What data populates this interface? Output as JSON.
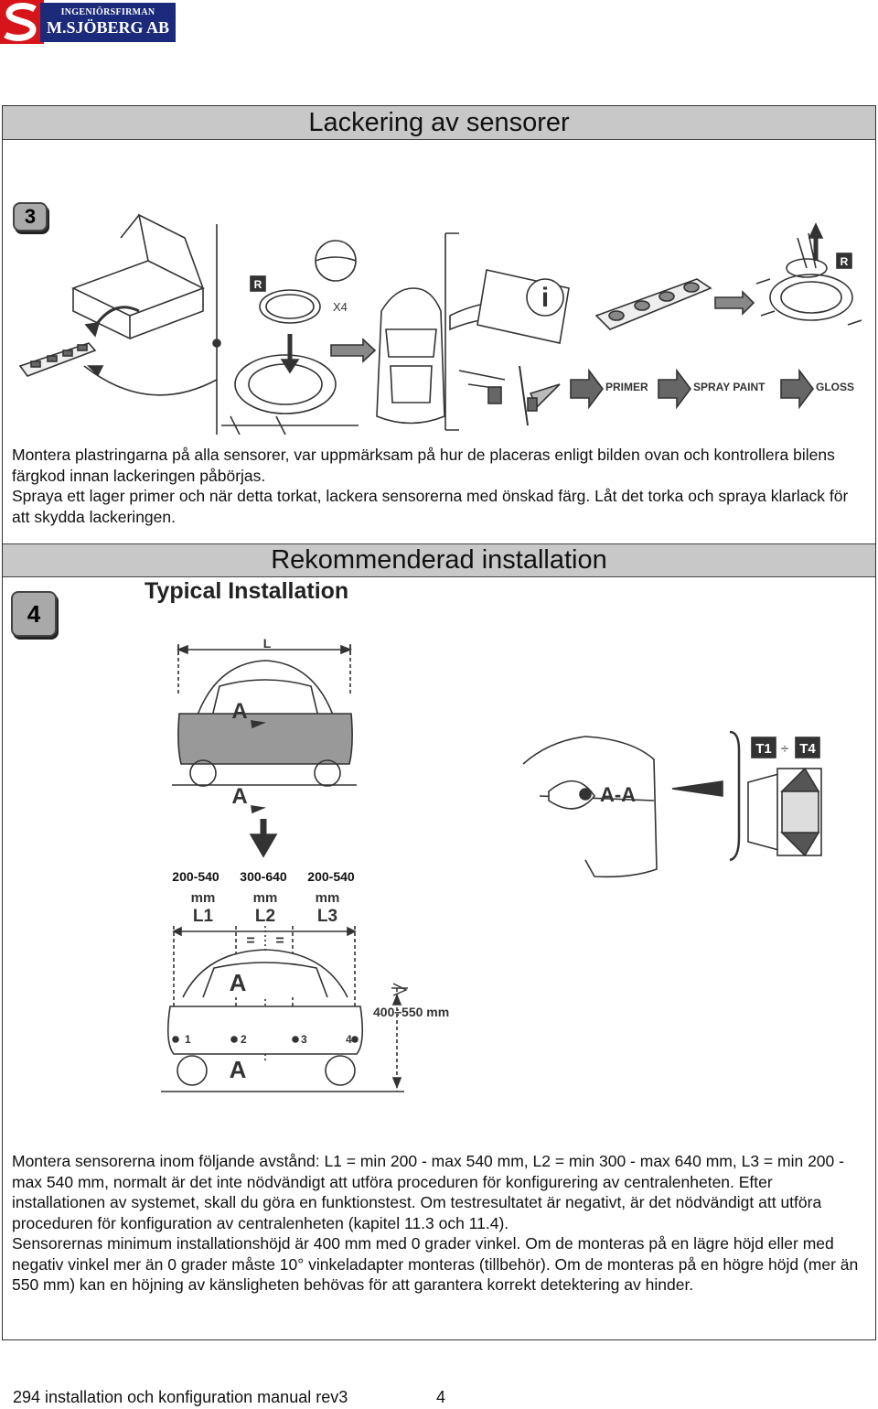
{
  "logo": {
    "line1": "INGENIÖRSFIRMAN",
    "line2": "M.SJÖBERG AB"
  },
  "section1": {
    "title": "Lackering av sensorer",
    "step": "3",
    "labels": {
      "r": "R",
      "x4": "X4",
      "primer": "PRIMER",
      "spray_paint": "SPRAY PAINT",
      "gloss": "GLOSS"
    },
    "text": "Montera plastringarna på alla sensorer, var uppmärksam på hur de placeras enligt bilden ovan och kontrollera bilens färgkod innan lackeringen påbörjas.\nSpraya ett lager primer och när detta torkat, lackera sensorerna med önskad färg. Låt det torka och spraya klarlack för att skydda lackeringen."
  },
  "section2": {
    "title": "Rekommenderad installation",
    "step": "4",
    "typical": "Typical Installation",
    "diagram": {
      "l": "L",
      "a": "A",
      "aa": "A-A",
      "t1": "T1",
      "div": "÷",
      "t4": "T4",
      "dim1": "200-540",
      "dim2": "300-640",
      "dim3": "200-540",
      "mm": "mm",
      "l1": "L1",
      "l2": "L2",
      "l3": "L3",
      "eq": "=",
      "height": "400÷550 mm",
      "n1": "1",
      "n2": "2",
      "n3": "3",
      "n4": "4"
    },
    "text": "Montera sensorerna inom följande avstånd: L1 = min 200 - max 540 mm, L2 = min 300 - max 640 mm, L3 = min 200 - max 540 mm, normalt är det inte nödvändigt att utföra proceduren för konfigurering av centralenheten. Efter installationen av systemet, skall du göra en funktionstest. Om testresultatet är negativt, är det nödvändigt att utföra proceduren för konfiguration av centralenheten (kapitel 11.3 och 11.4).\nSensorernas minimum installationshöjd är 400 mm med 0 grader vinkel. Om de monteras på en lägre höjd eller med negativ vinkel mer än 0 grader måste 10° vinkeladapter monteras (tillbehör). Om de monteras på en högre höjd (mer än 550 mm) kan en höjning av känsligheten behövas för att garantera korrekt detektering av hinder."
  },
  "footer": {
    "text": "294 installation och konfiguration manual rev3",
    "page": "4"
  }
}
